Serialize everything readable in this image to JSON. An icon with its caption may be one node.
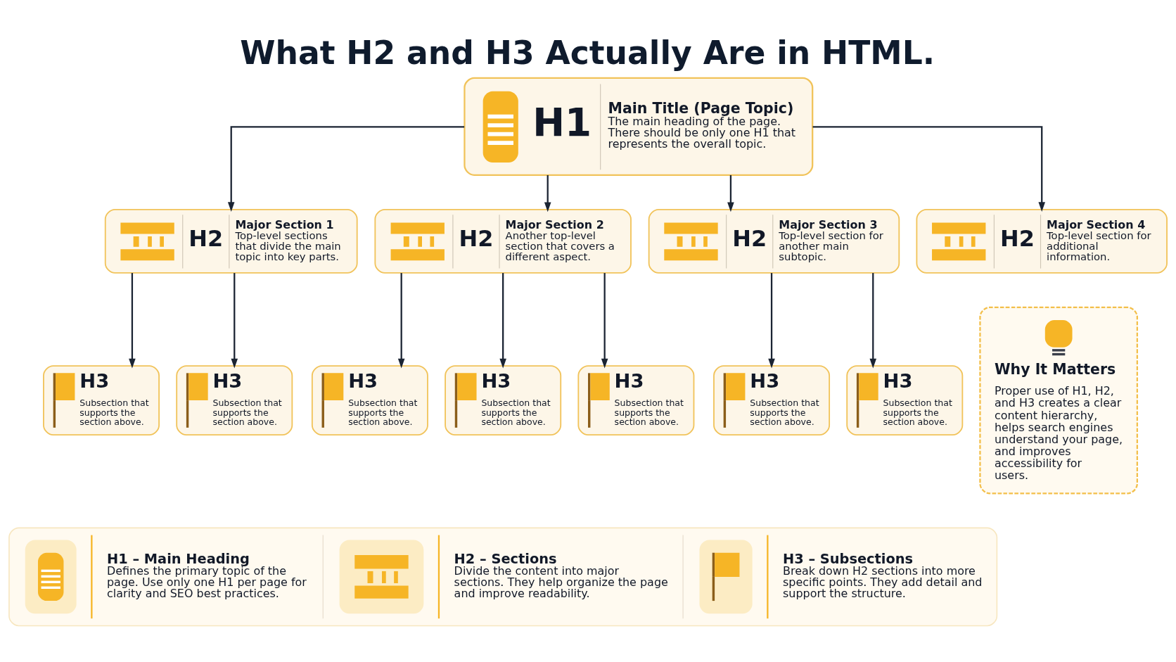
{
  "diagram": {
    "title": "What H2 and H3 Actually Are in HTML.",
    "nodes": [
      {
        "text": [
          "H1",
          "Main Title (Page Topic)",
          "The main heading of the page. There should be only one H1 that represents the overall topic."
        ]
      },
      {
        "text": [
          "H2",
          "Major Section 1",
          "Top-level sections that divide the main topic into key parts."
        ]
      },
      {
        "text": [
          "H2",
          "Major Section 2",
          "Another top-level section that covers a different aspect."
        ]
      },
      {
        "text": [
          "H2",
          "Major Section 3",
          "Top-level section for another main subtopic."
        ]
      },
      {
        "text": [
          "H2",
          "Major Section 4",
          "Top-level section for additional information."
        ]
      },
      {
        "text": [
          "H3",
          "Subsection that supports the section above."
        ]
      },
      {
        "text": [
          "H3",
          "Subsection that supports the section above."
        ]
      },
      {
        "text": [
          "H3",
          "Subsection that supports the section above."
        ]
      },
      {
        "text": [
          "H3",
          "Subsection that supports the section above."
        ]
      },
      {
        "text": [
          "H3",
          "Subsection that supports the section above."
        ]
      },
      {
        "text": [
          "H3",
          "Subsection that supports the section above."
        ]
      },
      {
        "text": [
          "H3",
          "Subsection that supports the section above."
        ]
      },
      {
        "text": [
          "H1 – Main Heading",
          "Defines the primary topic of the page. Use only one H1 per page for clarity and SEO best practices.",
          "H2 – Sections",
          "Divide the content into major sections. They help organize the page and improve readability.",
          "H3 – Subsections",
          "Break down H2 sections into more specific points. They add detail and support the structure."
        ]
      },
      {
        "text": [
          "Why It Matters",
          "Proper use of H1, H2, and H3 creates a clear content hierarchy, helps search engines understand your page, and improves accessibility for users."
        ]
      }
    ],
    "edges": [
      {
        "from": 0,
        "to": 1,
        "arrow": "to"
      },
      {
        "from": 0,
        "to": 2,
        "arrow": "to"
      },
      {
        "from": 0,
        "to": 3,
        "arrow": "to"
      },
      {
        "from": 0,
        "to": 4,
        "arrow": "to"
      },
      {
        "from": 1,
        "to": 5,
        "arrow": "to"
      },
      {
        "from": 1,
        "to": 6,
        "arrow": "to"
      },
      {
        "from": 2,
        "to": 7,
        "arrow": "to"
      },
      {
        "from": 2,
        "to": 8,
        "arrow": "to"
      },
      {
        "from": 2,
        "to": 9,
        "arrow": "to"
      },
      {
        "from": 3,
        "to": 10,
        "arrow": "to"
      },
      {
        "from": 3,
        "to": 11,
        "arrow": "to"
      }
    ]
  }
}
